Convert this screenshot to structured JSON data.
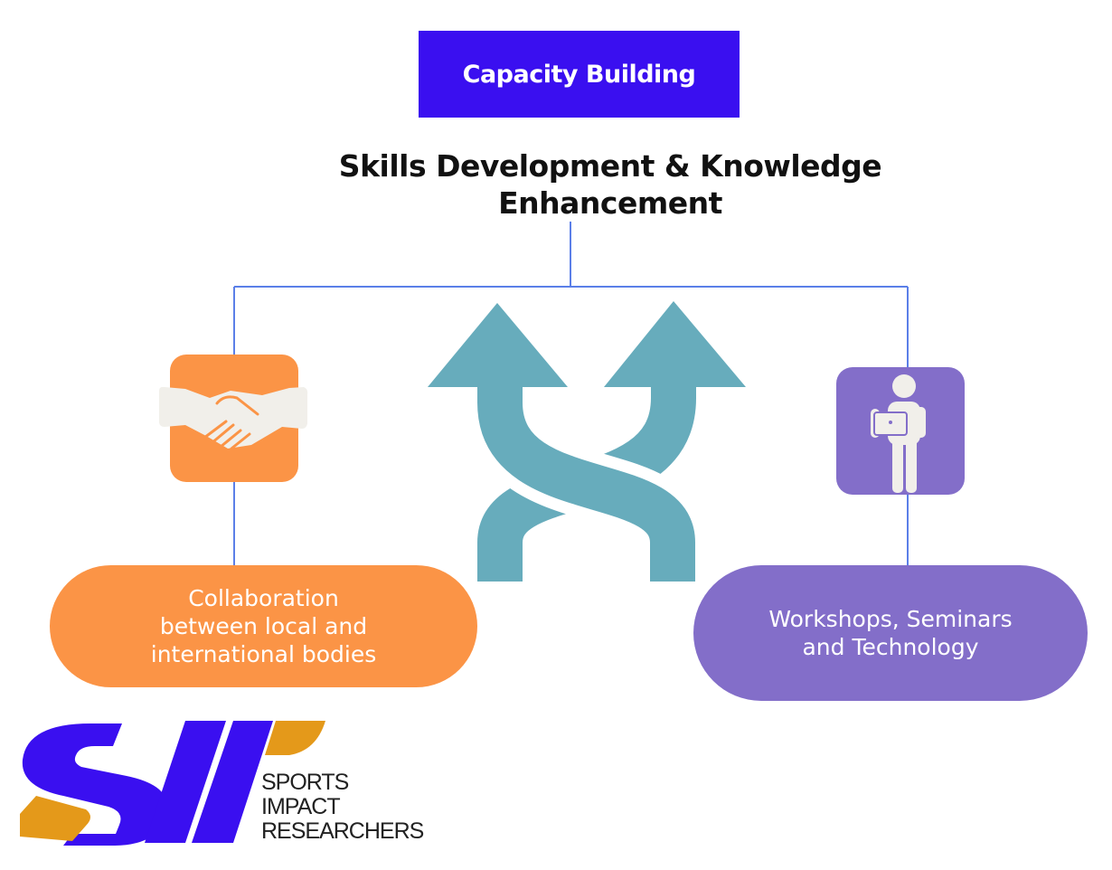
{
  "header": {
    "title": "Capacity Building"
  },
  "subtitle": {
    "line1": "Skills Development & Knowledge",
    "line2": "Enhancement"
  },
  "left_branch": {
    "icon": "handshake-icon",
    "line1": "Collaboration",
    "line2": "between local and",
    "line3": "international bodies"
  },
  "right_branch": {
    "icon": "person-laptop-icon",
    "line1": "Workshops, Seminars",
    "line2": "and Technology"
  },
  "center": {
    "icon": "crossing-arrows-icon"
  },
  "logo": {
    "mark": "SII",
    "line1": "SPORTS",
    "line2": "IMPACT",
    "line3": "RESEARCHERS"
  },
  "colors": {
    "header": "#3a0ff0",
    "orange": "#fb9446",
    "purple": "#836ec9",
    "teal": "#67acbc",
    "connector": "#5b7fe8",
    "logo_blue": "#3a0ff0",
    "logo_gold": "#e4991a"
  }
}
